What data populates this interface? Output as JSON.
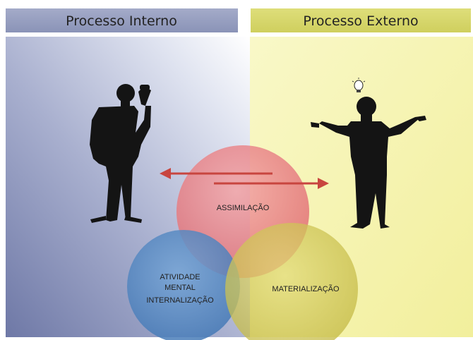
{
  "headers": {
    "left": {
      "label": "Processo Interno"
    },
    "right": {
      "label": "Processo Externo"
    }
  },
  "circles": {
    "top": {
      "label": "ASSIMILAÇÃO"
    },
    "left": {
      "label_lines": [
        "ATIVIDADE",
        "MENTAL",
        "INTERNALIZAÇÃO"
      ]
    },
    "right": {
      "label": "MATERIALIZAÇÃO"
    }
  },
  "icons": {
    "left_figure": "thinking-man-silhouette-icon",
    "right_figure": "shrugging-man-silhouette-icon",
    "idea": "lightbulb-icon",
    "arrow_left": "arrow-left-icon",
    "arrow_right": "arrow-right-icon"
  },
  "colors": {
    "left_header": "#8f98bb",
    "right_header": "#d5d56a",
    "left_panel_dark": "#7f88b0",
    "right_panel": "#f5f3b0",
    "circle_top": "#e77b80",
    "circle_left": "#4f86c2",
    "circle_right": "#c9c04c",
    "arrows": "#c8453f",
    "silhouette": "#141414"
  }
}
